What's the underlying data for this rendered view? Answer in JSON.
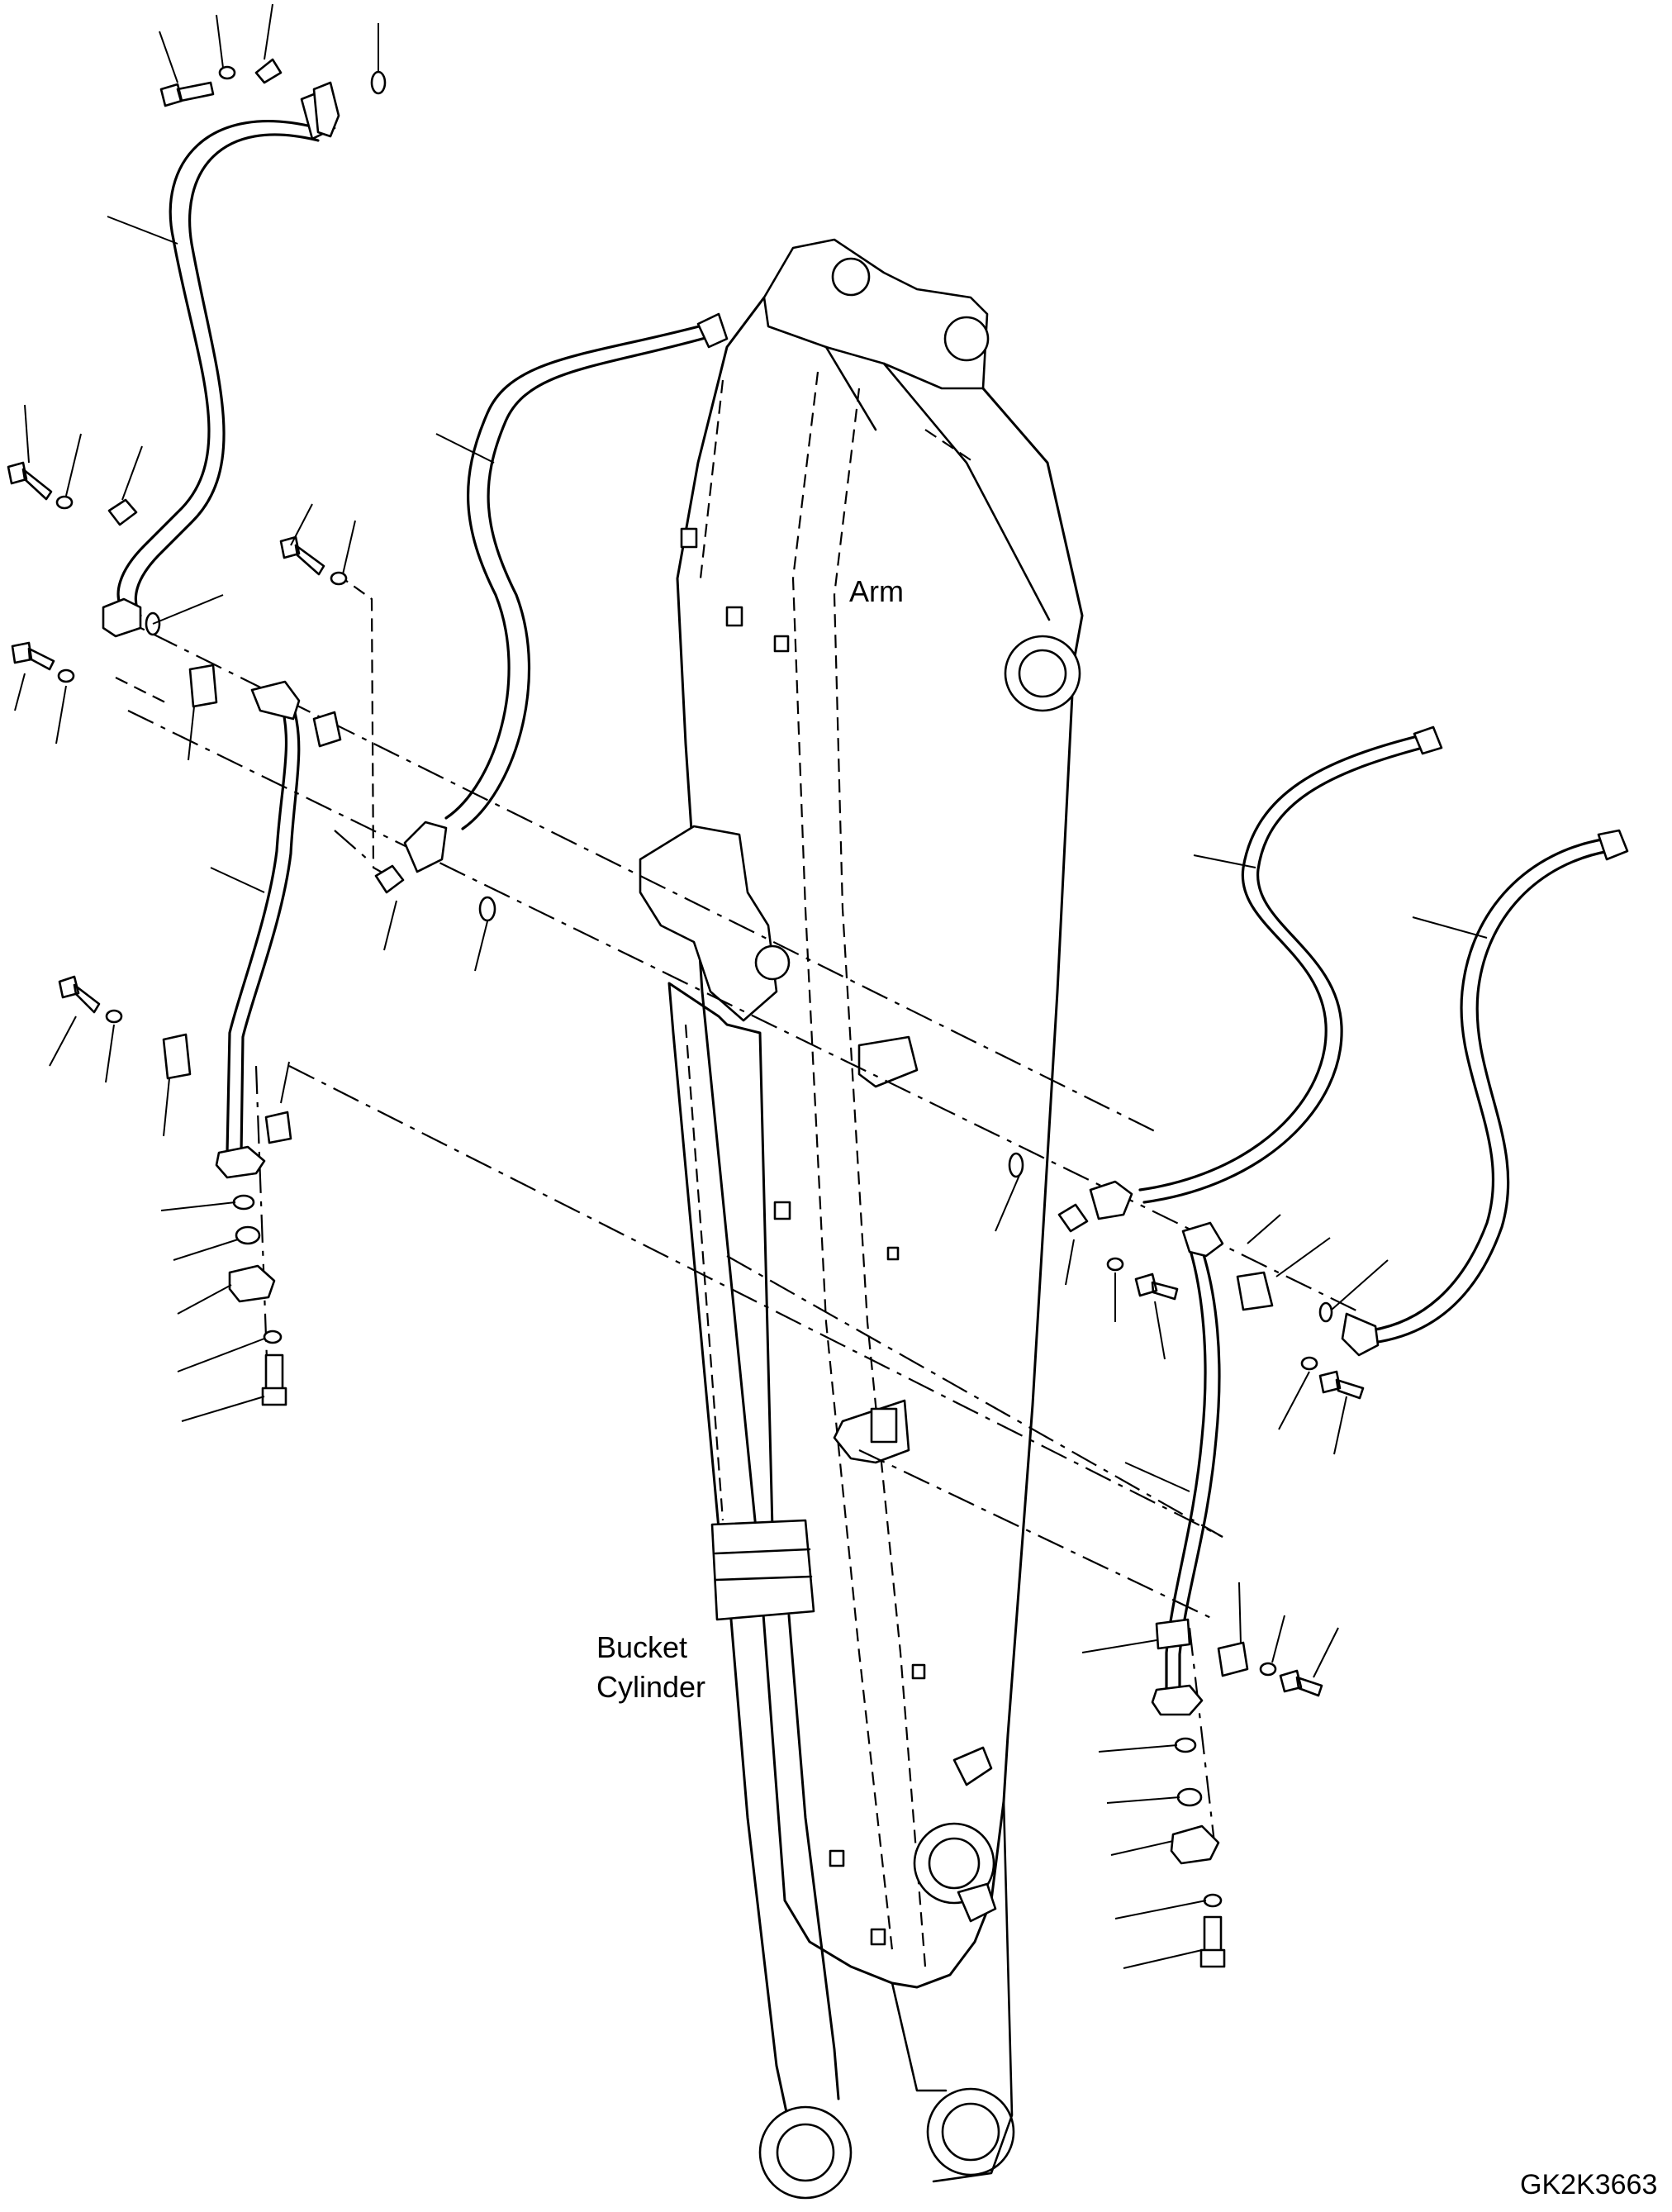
{
  "labels": {
    "arm": "Arm",
    "bucket_cylinder_line1": "Bucket",
    "bucket_cylinder_line2": "Cylinder",
    "drawing_code": "GK2K3663"
  }
}
